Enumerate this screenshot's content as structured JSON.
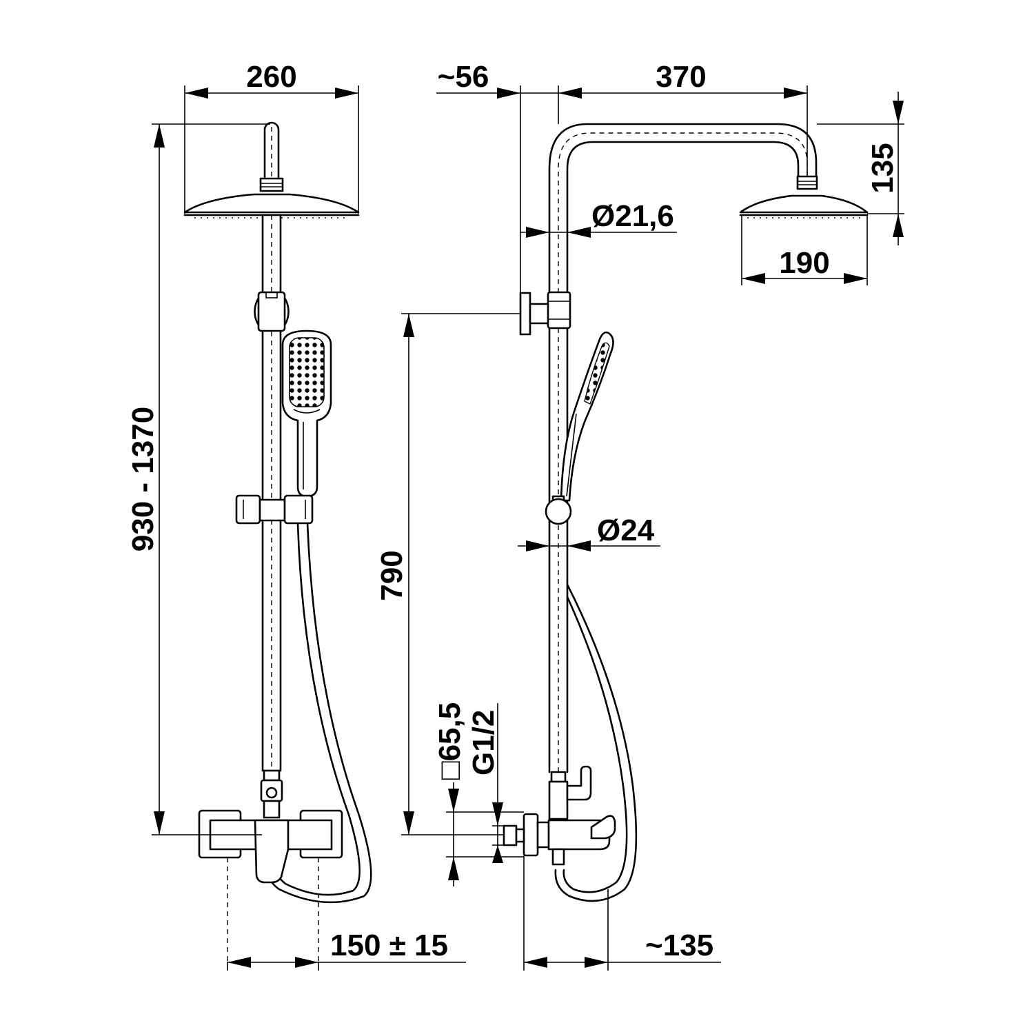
{
  "diagram": {
    "dimensions": {
      "front_head_width": "260",
      "front_height_range": "930 - 1370",
      "front_inlet_spacing": "150 ± 15",
      "side_wall_offset": "~56",
      "side_arm_reach": "370",
      "side_head_drop": "135",
      "side_pipe_upper_dia": "Ø21,6",
      "side_head_width": "190",
      "side_height": "790",
      "side_pipe_lower_dia": "Ø24",
      "side_escutcheon": "□65,5",
      "side_thread": "G1/2",
      "side_projection": "~135"
    }
  }
}
